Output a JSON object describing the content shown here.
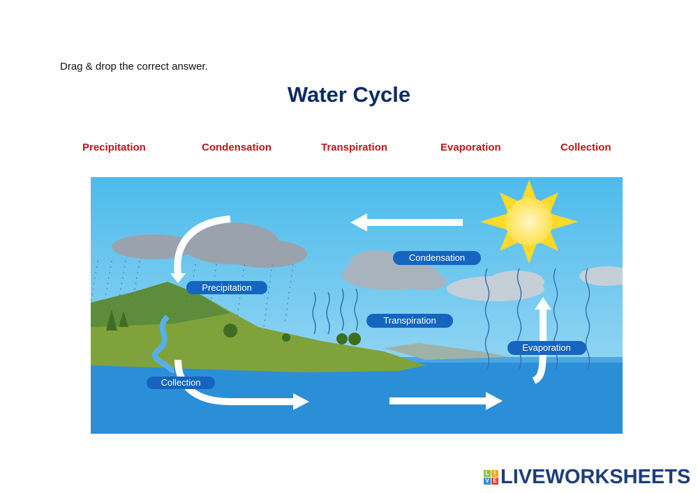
{
  "instruction": "Drag & drop the correct answer.",
  "title": "Water Cycle",
  "answer_words": [
    "Precipitation",
    "Condensation",
    "Transpiration",
    "Evaporation",
    "Collection"
  ],
  "diagram_labels": {
    "condensation": "Condensation",
    "precipitation": "Precipitation",
    "transpiration": "Transpiration",
    "evaporation": "Evaporation",
    "collection": "Collection"
  },
  "logo": {
    "text": "LIVEWORKSHEETS",
    "badge_letters": [
      "L",
      "I",
      "V",
      "E"
    ]
  },
  "colors": {
    "title": "#0f2b66",
    "answer": "#c0161b",
    "pill": "#1565c0",
    "sky": "#5fc3ee",
    "sea": "#2b8fd8"
  }
}
